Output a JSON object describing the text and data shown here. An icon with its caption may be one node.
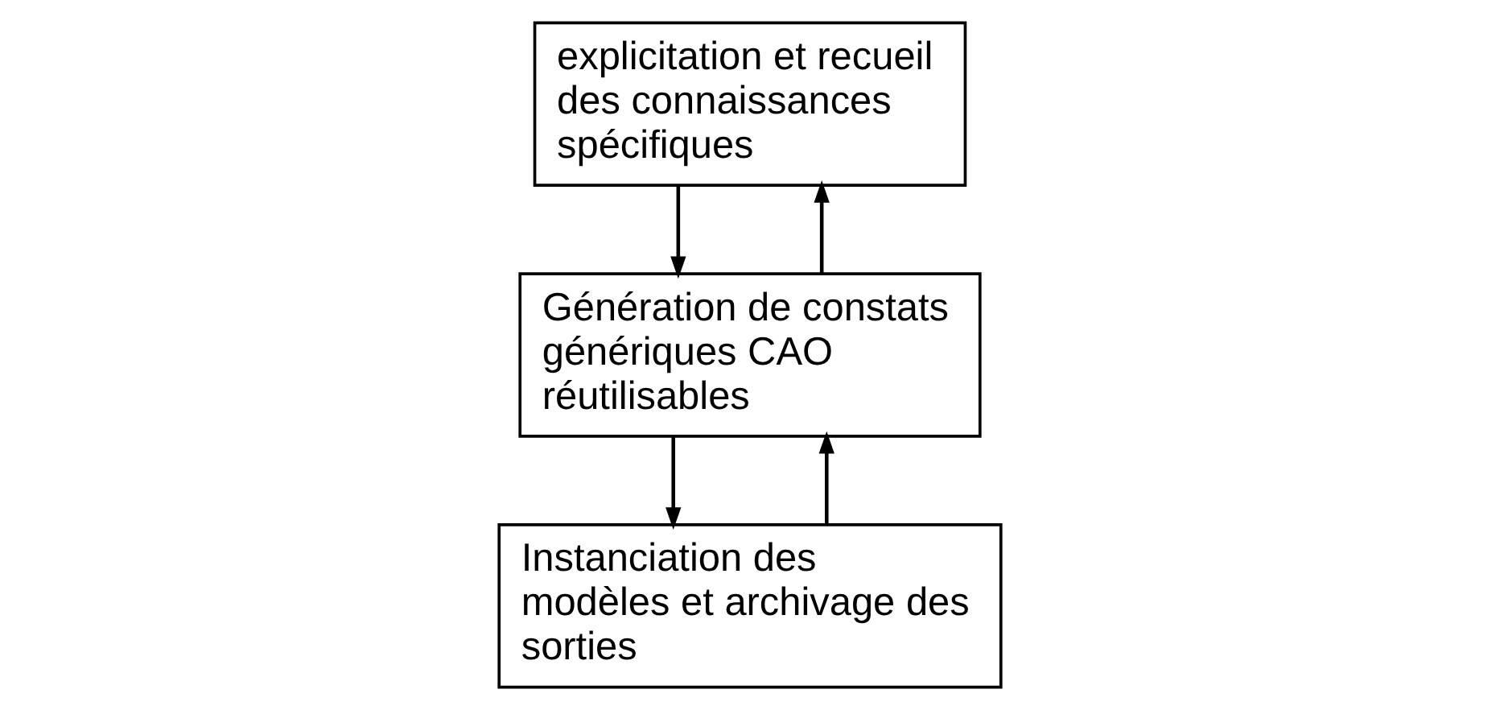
{
  "diagram": {
    "nodes": [
      {
        "text": [
          "explicitation et recueil des connaissances spécifiques"
        ]
      },
      {
        "text": [
          "Génération de constats génériques CAO réutilisables"
        ]
      },
      {
        "text": [
          "Instanciation des modèles et archivage des sorties"
        ]
      }
    ],
    "edges": [
      {
        "from": 0,
        "to": 1,
        "arrow": "to"
      },
      {
        "from": 1,
        "to": 0,
        "arrow": "to"
      },
      {
        "from": 1,
        "to": 2,
        "arrow": "to"
      },
      {
        "from": 2,
        "to": 1,
        "arrow": "to"
      }
    ]
  }
}
